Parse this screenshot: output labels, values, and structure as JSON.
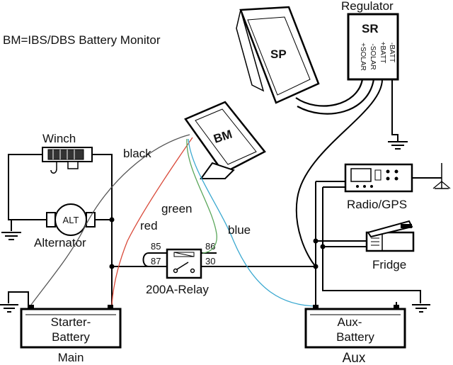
{
  "title": "BM=IBS/DBS Battery Monitor",
  "components": {
    "regulator_caption": "Regulator",
    "regulator_code": "SR",
    "regulator_terminals": [
      "-BATT",
      "+BATT",
      "-SOLAR",
      "+SOLAR"
    ],
    "solar_panel": "SP",
    "battery_monitor": "BM",
    "winch": "Winch",
    "alternator": "Alternator",
    "alternator_badge": "ALT",
    "relay": "200A-Relay",
    "relay_pins": [
      "85",
      "86",
      "87",
      "30"
    ],
    "radio": "Radio/GPS",
    "fridge": "Fridge",
    "starter_battery_line1": "Starter-",
    "starter_battery_line2": "Battery",
    "starter_caption": "Main",
    "aux_battery_line1": "Aux-",
    "aux_battery_line2": "Battery",
    "aux_caption": "Aux"
  },
  "wires": {
    "black": "black",
    "red": "red",
    "green": "green",
    "blue": "blue"
  },
  "colors": {
    "wire_black": "#555555",
    "wire_red": "#d94a3a",
    "wire_green": "#5aa65a",
    "wire_blue": "#3aa8d0"
  }
}
